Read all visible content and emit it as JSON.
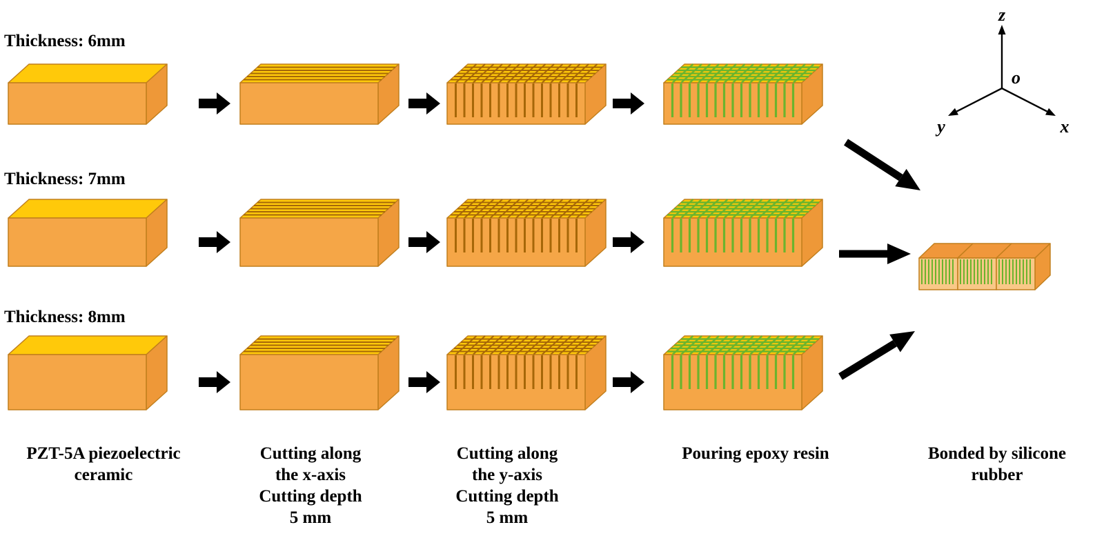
{
  "rows": [
    {
      "thickness_label": "Thickness: 6mm"
    },
    {
      "thickness_label": "Thickness: 7mm"
    },
    {
      "thickness_label": "Thickness: 8mm"
    }
  ],
  "stages": [
    {
      "caption_lines": [
        "PZT-5A piezoelectric",
        "ceramic"
      ]
    },
    {
      "caption_lines": [
        "Cutting along",
        "the x-axis",
        "Cutting depth",
        "5 mm"
      ]
    },
    {
      "caption_lines": [
        "Cutting along",
        "the y-axis",
        "Cutting depth",
        "5 mm"
      ]
    },
    {
      "caption_lines": [
        "Pouring epoxy resin"
      ]
    },
    {
      "caption_lines": [
        "Bonded by silicone",
        "rubber"
      ]
    }
  ],
  "axis_labels": {
    "z": "z",
    "origin": "o",
    "y": "y",
    "x": "x"
  },
  "colors": {
    "top_face": "#FFC90A",
    "front_face": "#F5A647",
    "side_face": "#EE9838",
    "outline": "#C17F1D",
    "kerf": "#A66708",
    "epoxy": "#6BB42D",
    "final_top": "#F0973B",
    "final_front": "#F9C887",
    "arrow": "#000000"
  }
}
